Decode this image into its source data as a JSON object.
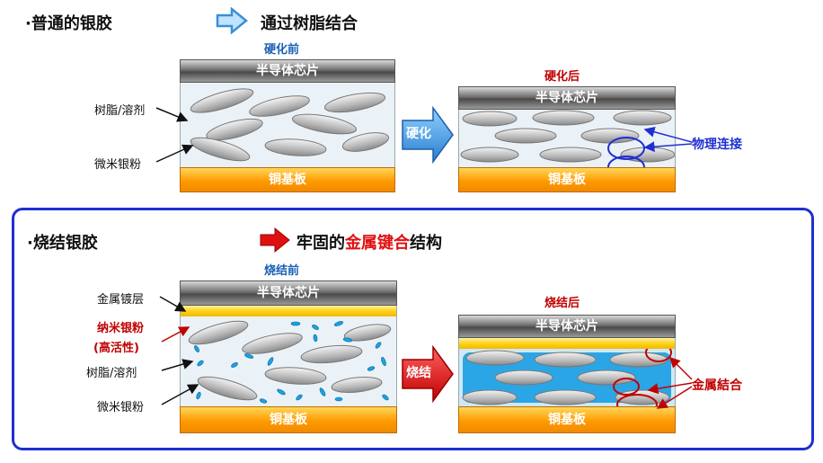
{
  "top": {
    "bullet_title": "·普通的银胶",
    "result_title": "通过树脂结合",
    "before_label": "硬化前",
    "after_label": "硬化后",
    "process_label": "硬化",
    "chip_label": "半导体芯片",
    "substrate_label": "铜基板",
    "labels": {
      "resin": "树脂/溶剂",
      "micro_silver": "微米银粉",
      "physical_contact": "物理连接"
    }
  },
  "bottom": {
    "bullet_title": "·烧结银胶",
    "result_prefix": "牢固的",
    "result_highlight": "金属键合",
    "result_suffix": "结构",
    "before_label": "烧结前",
    "after_label": "烧结后",
    "process_label": "烧结",
    "chip_label": "半导体芯片",
    "substrate_label": "铜基板",
    "labels": {
      "metal_plating": "金属镀层",
      "nano_silver": "纳米银粉",
      "nano_silver_note": "(高活性)",
      "resin": "树脂/溶剂",
      "micro_silver": "微米银粉",
      "metal_bond": "金属結合"
    }
  },
  "colors": {
    "blue_arrow": "#3a8fd8",
    "red_arrow": "#e01010",
    "label_blue": "#1a5fb4",
    "label_red": "#c00000",
    "frame": "#1f2fd0",
    "nano_particle": "#1ea0e0"
  }
}
